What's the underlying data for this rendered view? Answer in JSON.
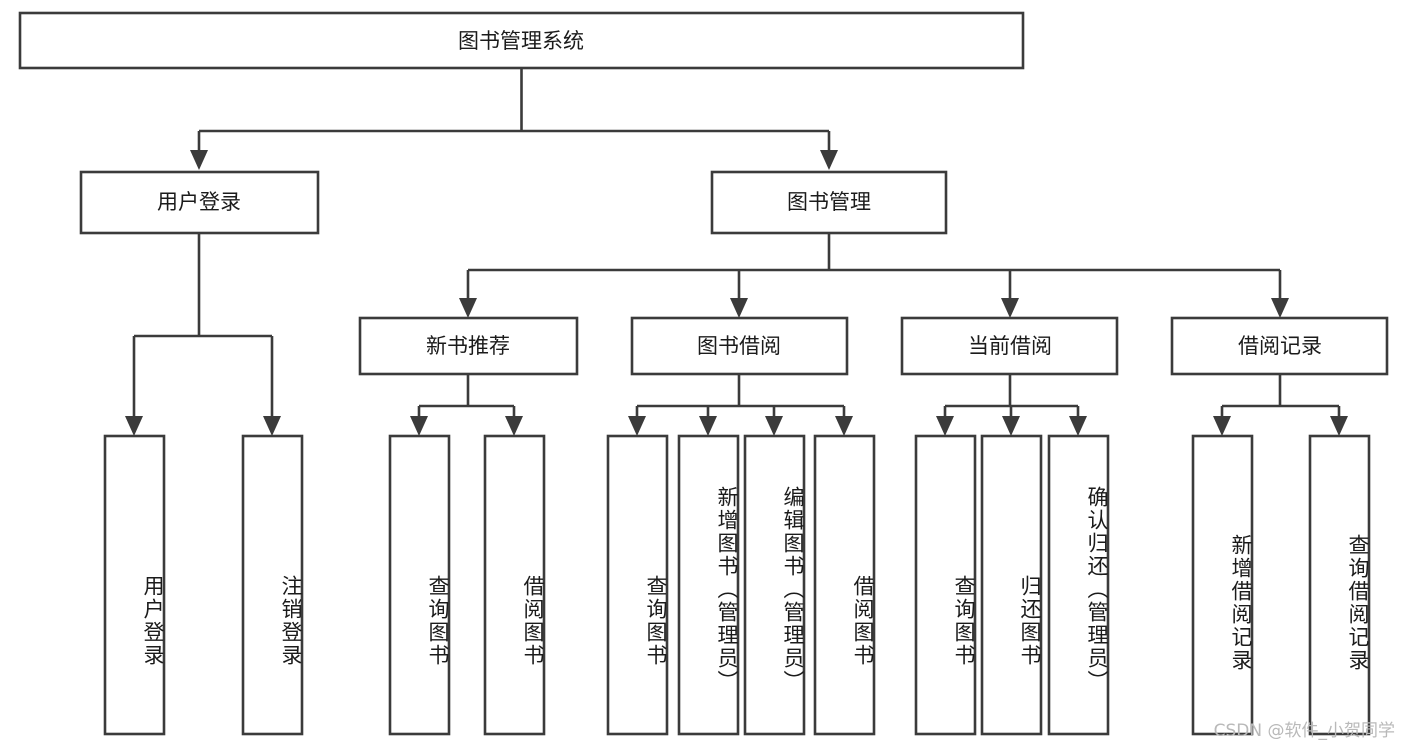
{
  "diagram": {
    "type": "tree-hierarchy",
    "title": "图书管理系统",
    "orientation": "top-down",
    "colors": {
      "box_stroke": "#3b3b3b",
      "box_fill": "#ffffff",
      "text": "#1b1b1b",
      "connector": "#3b3b3b",
      "watermark": "#b9b9b9",
      "background": "#ffffff"
    },
    "root": {
      "label": "图书管理系统"
    },
    "level2": [
      {
        "label": "用户登录"
      },
      {
        "label": "图书管理"
      }
    ],
    "level3": [
      {
        "label": "新书推荐"
      },
      {
        "label": "图书借阅"
      },
      {
        "label": "当前借阅"
      },
      {
        "label": "借阅记录"
      }
    ],
    "leaves": {
      "user_login": [
        {
          "label": "用户登录"
        },
        {
          "label": "注销登录"
        }
      ],
      "new_book_recommend": [
        {
          "label": "查询图书"
        },
        {
          "label": "借阅图书"
        }
      ],
      "book_borrow": [
        {
          "label": "查询图书"
        },
        {
          "label": "新增图书（管理员）"
        },
        {
          "label": "编辑图书（管理员）"
        },
        {
          "label": "借阅图书"
        }
      ],
      "current_borrow": [
        {
          "label": "查询图书"
        },
        {
          "label": "归还图书"
        },
        {
          "label": "确认归还（管理员）"
        }
      ],
      "borrow_record": [
        {
          "label": "新增借阅记录"
        },
        {
          "label": "查询借阅记录"
        }
      ]
    },
    "watermark": "CSDN @软件_小贺同学"
  }
}
